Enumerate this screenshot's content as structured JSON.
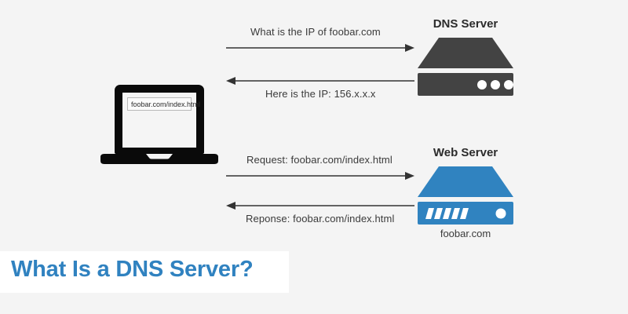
{
  "page": {
    "background_color": "#f4f4f4",
    "title": "What Is a DNS Server?",
    "title_color": "#3082c0",
    "title_band_color": "#ffffff"
  },
  "client": {
    "device": "laptop",
    "device_color": "#0a0a0a",
    "screen_color": "#f5f5f5",
    "url_bar_value": "foobar.com/index.html"
  },
  "dns_server": {
    "title": "DNS Server",
    "color": "#434343",
    "indicator_count": 3,
    "indicator_color": "#ffffff"
  },
  "web_server": {
    "title": "Web Server",
    "caption": "foobar.com",
    "color": "#3083c0",
    "vent_count": 5,
    "vent_color": "#ffffff",
    "indicator_color": "#ffffff"
  },
  "messages": [
    {
      "id": "dns-query",
      "label": "What is the IP of foobar.com",
      "direction": "right",
      "from": "client",
      "to": "dns-server",
      "label_position": "above"
    },
    {
      "id": "dns-response",
      "label": "Here is the IP: 156.x.x.x",
      "direction": "left",
      "from": "dns-server",
      "to": "client",
      "label_position": "below"
    },
    {
      "id": "http-request",
      "label": "Request: foobar.com/index.html",
      "direction": "right",
      "from": "client",
      "to": "web-server",
      "label_position": "above"
    },
    {
      "id": "http-response",
      "label": "Reponse: foobar.com/index.html",
      "direction": "left",
      "from": "web-server",
      "to": "client",
      "label_position": "below"
    }
  ],
  "arrow_color": "#333333"
}
